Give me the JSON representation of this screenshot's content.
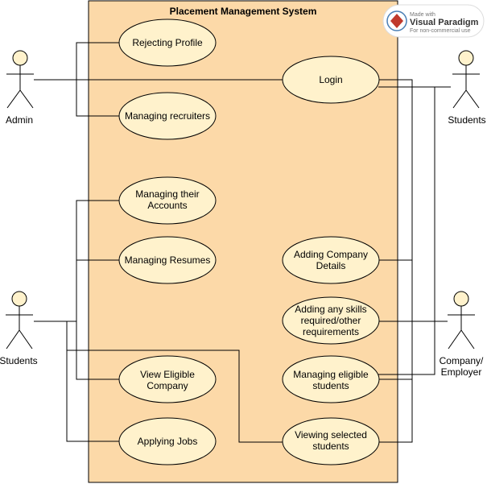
{
  "system": {
    "title": "Placement Management System"
  },
  "actors": {
    "admin": "Admin",
    "students_right": "Students",
    "students_left": "Students",
    "company": [
      "Company/",
      "Employer"
    ]
  },
  "use_cases": {
    "rejecting_profile": [
      "Rejecting Profile"
    ],
    "managing_recruiters": [
      "Managing recruiters"
    ],
    "login": [
      "Login"
    ],
    "managing_accounts": [
      "Managing their",
      "Accounts"
    ],
    "managing_resumes": [
      "Managing Resumes"
    ],
    "adding_company_details": [
      "Adding Company",
      "Details"
    ],
    "adding_skills": [
      "Adding any skills",
      "required/other",
      "requirements"
    ],
    "view_eligible_company": [
      "View Eligible",
      "Company"
    ],
    "managing_eligible_students": [
      "Managing eligible",
      "students"
    ],
    "applying_jobs": [
      "Applying Jobs"
    ],
    "viewing_selected_students": [
      "Viewing selected",
      "students"
    ]
  },
  "watermark": {
    "made_with": "Made with",
    "brand": "Visual Paradigm",
    "note": "For non-commercial use"
  },
  "colors": {
    "system_fill": "#fcd9a8",
    "usecase_fill": "#fff2cc",
    "actor_head_fill": "#fff2cc",
    "line": "#000000"
  }
}
